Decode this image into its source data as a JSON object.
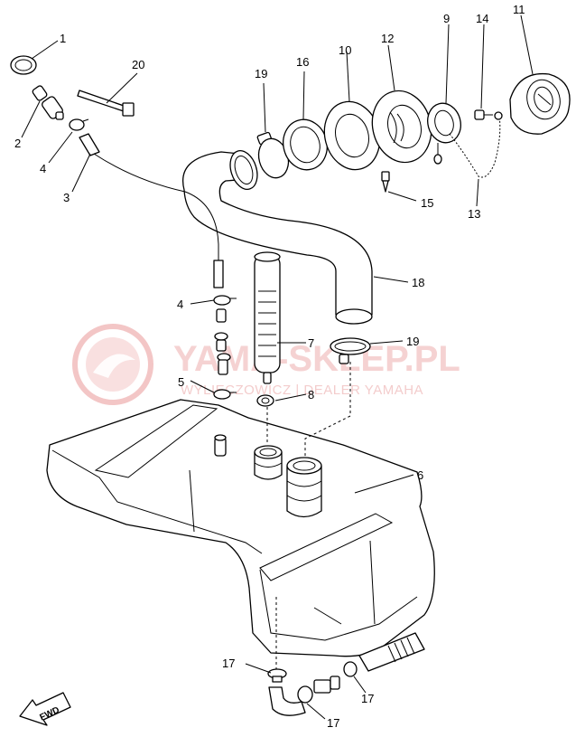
{
  "watermark": {
    "brand": "YAMA-SKLEP.PL",
    "subtitle": "WYLIECZOWICZ | DEALER YAMAHA",
    "color": "#e8a0a0"
  },
  "direction_marker": {
    "label": "FWD"
  },
  "callouts": {
    "c1": "1",
    "c2": "2",
    "c3": "3",
    "c4a": "4",
    "c4b": "4",
    "c5": "5",
    "c6": "6",
    "c7": "7",
    "c8": "8",
    "c9": "9",
    "c10": "10",
    "c11": "11",
    "c12": "12",
    "c13": "13",
    "c14": "14",
    "c15": "15",
    "c16": "16",
    "c17a": "17",
    "c17b": "17",
    "c17c": "17",
    "c18": "18",
    "c19a": "19",
    "c19b": "19",
    "c20": "20"
  }
}
